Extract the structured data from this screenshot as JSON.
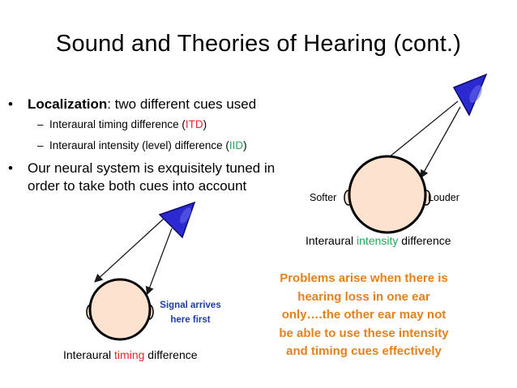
{
  "slide": {
    "title": "Sound and Theories of Hearing (cont.)",
    "bullet1": {
      "term": "Localization",
      "rest": ": two different cues used",
      "sub1": {
        "before": "Interaural timing difference (",
        "highlight": "ITD",
        "after": ")"
      },
      "sub2": {
        "before": "Interaural intensity (level) difference (",
        "highlight": "IID",
        "after": ")"
      }
    },
    "bullet2": {
      "line1": "Our neural system is exquisitely tuned in",
      "line2": "order to take both cues into account"
    },
    "intensity_diagram": {
      "left_label": "Softer",
      "right_label": "Louder",
      "caption": {
        "before": "Interaural ",
        "highlight": "intensity",
        "after": " difference"
      }
    },
    "timing_diagram": {
      "signal_line1": "Signal arrives",
      "signal_line2": "here first",
      "caption": {
        "before": "Interaural ",
        "highlight": "timing",
        "after": " difference"
      }
    },
    "problem_text": [
      "Problems arise when there is",
      "hearing loss in one ear",
      "only….the other ear may not",
      "be able to use these intensity",
      "and timing cues effectively"
    ],
    "colors": {
      "red": "#e8262a",
      "green": "#21a55a",
      "blue": "#1f3fa0",
      "orange": "#e4811c",
      "head_fill": "#fde2cf",
      "speaker_fill": "#2a2ad0"
    },
    "icons": [
      "bullet-dot",
      "speaker-cone-icon",
      "head-icon",
      "arrow-icon"
    ]
  }
}
